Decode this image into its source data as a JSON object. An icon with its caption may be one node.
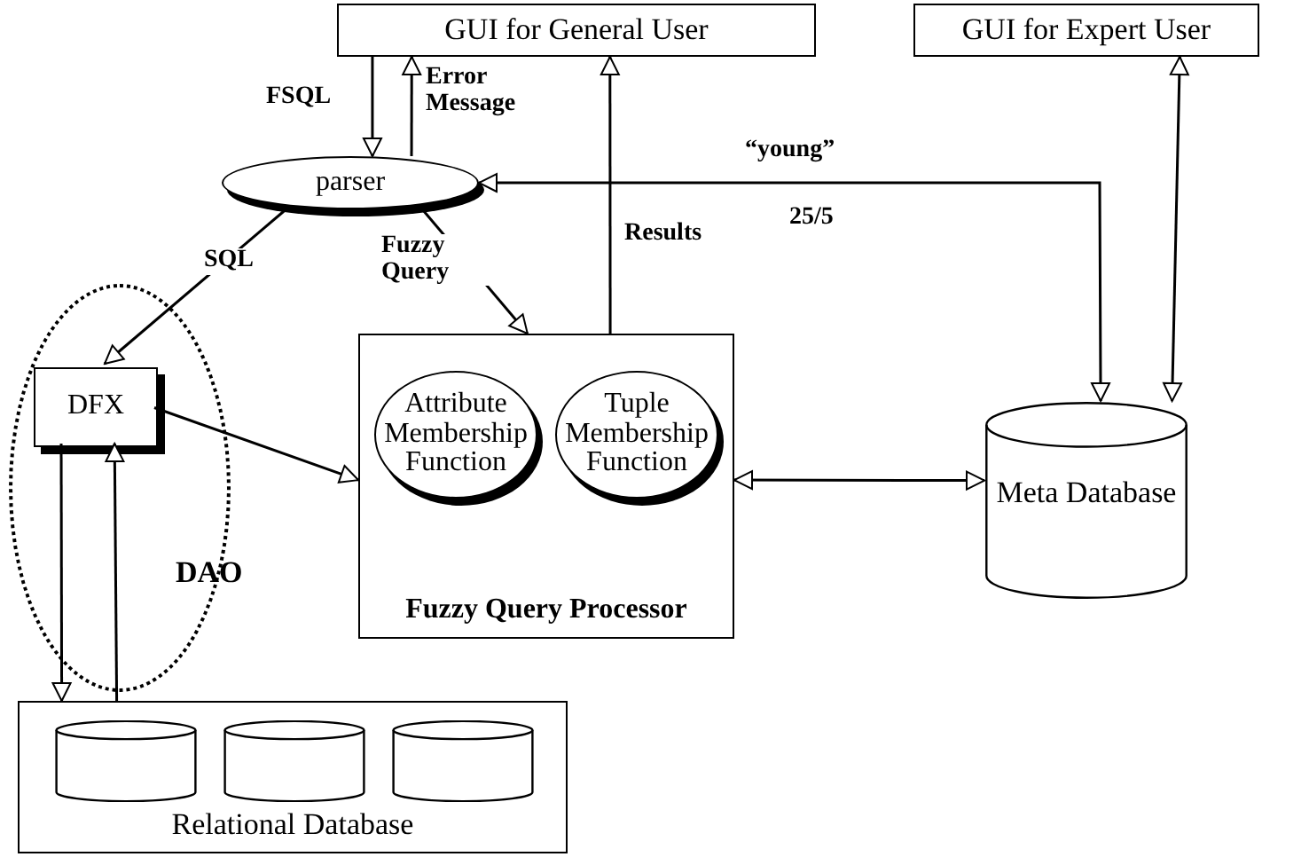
{
  "diagram": {
    "nodes": [
      {
        "text": [
          "GUI for General User"
        ]
      },
      {
        "text": [
          "GUI for Expert User"
        ]
      },
      {
        "text": [
          "parser"
        ]
      },
      {
        "text": [
          "DAO"
        ]
      },
      {
        "text": [
          "DFX"
        ],
        "in": 3
      },
      {
        "text": [
          "Fuzzy Query Processor"
        ]
      },
      {
        "text": [
          "Attribute Membership Function"
        ],
        "in": 5
      },
      {
        "text": [
          "Tuple Membership Function"
        ],
        "in": 5
      },
      {
        "text": [
          "Meta Database"
        ]
      },
      {
        "text": [
          "Relational Database"
        ]
      },
      {
        "text": [],
        "shape": "cylinder",
        "in": 9
      },
      {
        "text": [],
        "shape": "cylinder",
        "in": 9
      },
      {
        "text": [],
        "shape": "cylinder",
        "in": 9
      }
    ],
    "edges": [
      {
        "from": 0,
        "to": 2,
        "arrow": "to",
        "label": "FSQL"
      },
      {
        "from": 2,
        "to": 0,
        "arrow": "to",
        "label": "Error Message"
      },
      {
        "from": 2,
        "to": 4,
        "arrow": "to",
        "label": "SQL"
      },
      {
        "from": 2,
        "to": 5,
        "arrow": "to",
        "label": "Fuzzy Query"
      },
      {
        "from": 5,
        "to": 0,
        "arrow": "to",
        "label": "Results"
      },
      {
        "from": 2,
        "to": 8,
        "arrow": "both",
        "label": "“young”"
      },
      {
        "from": 1,
        "to": 8,
        "arrow": "both"
      },
      {
        "from": 4,
        "to": 5,
        "arrow": "to"
      },
      {
        "from": 5,
        "to": 8,
        "arrow": "both"
      },
      {
        "from": 4,
        "to": 9,
        "arrow": "to"
      },
      {
        "from": 9,
        "to": 4,
        "arrow": "to"
      }
    ],
    "labels": [
      "25/5"
    ]
  }
}
